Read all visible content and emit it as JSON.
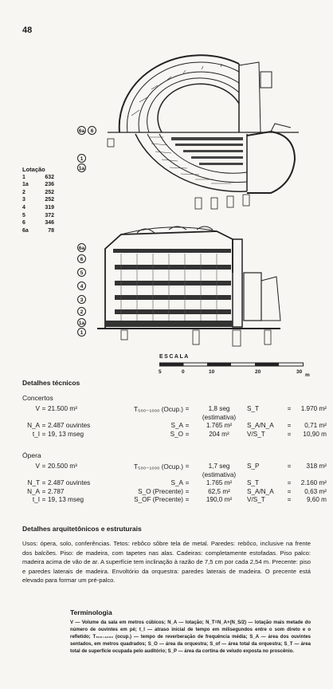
{
  "page_number": "48",
  "lotacao": {
    "title": "Lotação",
    "rows": [
      {
        "level": "1",
        "seats": "632"
      },
      {
        "level": "1a",
        "seats": "236"
      },
      {
        "level": "2",
        "seats": "252"
      },
      {
        "level": "3",
        "seats": "252"
      },
      {
        "level": "4",
        "seats": "319"
      },
      {
        "level": "5",
        "seats": "372"
      },
      {
        "level": "6",
        "seats": "346"
      },
      {
        "level": "6a",
        "seats": "78"
      }
    ]
  },
  "plan_markers": [
    "6a",
    "6",
    "1",
    "1a"
  ],
  "section_markers": [
    "6a",
    "6",
    "5",
    "4",
    "3",
    "2",
    "1a",
    "1"
  ],
  "scale": {
    "title": "ESCALA",
    "ticks": [
      "5",
      "0",
      "10",
      "20",
      "30"
    ],
    "unit": "m"
  },
  "tech": {
    "title": "Detalhes técnicos",
    "concertos": {
      "title": "Concertos",
      "rows": [
        [
          "V",
          "=",
          "21.500 m³",
          "T₅₀₀₋₁₀₀₀ (Ocup.)",
          "=",
          "1,8 seg",
          "S_T",
          "=",
          "1.970 m²"
        ],
        [
          "",
          "",
          "",
          "",
          "",
          "(estimativa)",
          "",
          "",
          ""
        ],
        [
          "N_A",
          "=",
          "2.487 ouvintes",
          "S_A",
          "=",
          "1.765 m²",
          "S_A/N_A",
          "=",
          "0,71 m²"
        ],
        [
          "t_I",
          "=",
          "19, 13 mseg",
          "S_O",
          "=",
          "204 m²",
          "V/S_T",
          "=",
          "10,90 m"
        ]
      ]
    },
    "opera": {
      "title": "Ópera",
      "rows": [
        [
          "V",
          "=",
          "20.500 m³",
          "T₅₀₀₋₁₀₀₀ (Ocup.)",
          "=",
          "1,7 seg",
          "S_P",
          "=",
          "318 m²"
        ],
        [
          "",
          "",
          "",
          "",
          "",
          "(estimativa)",
          "",
          "",
          ""
        ],
        [
          "N_T",
          "=",
          "2.487 ouvintes",
          "S_A",
          "=",
          "1.765 m²",
          "S_T",
          "=",
          "2.160 m²"
        ],
        [
          "N_A",
          "=",
          "2.787",
          "S_O (Precente)",
          "=",
          "62,5 m²",
          "S_A/N_A",
          "=",
          "0,63 m²"
        ],
        [
          "t_I",
          "=",
          "19, 13 mseg",
          "S_OF (Precente)",
          "=",
          "190,0 m²",
          "V/S_T",
          "=",
          "9,60 m"
        ]
      ]
    }
  },
  "arch": {
    "title": "Detalhes arquitetônicos e estruturais",
    "text": "Usos: ópera, solo, conferências. Tetos: rebôco sôbre tela de metal. Paredes: rebôco, inclusive na frente dos balcões. Piso: de madeira, com tapetes nas alas. Cadeiras: completamente estofadas. Piso palco: madeira acima de vão de ar. A superfície tem inclinação à razão de 7,5 cm por cada 2,54 m. Precente: piso e paredes laterais de madeira. Envoltório da orquestra: paredes laterais de madeira. O precente está elevado para formar um pré-palco."
  },
  "terminology": {
    "title": "Terminologia",
    "text": "V — Volume da sala em metros cúbicos; N_A — lotação; N_T=N_A+(N_S/2) — lotação mais metade do número de ouvintes em pé; t_I — atraso inicial de tempo em milisegundos entre o som direto e o refletido; T₅₀₀₋₁₀₀₀ (ocup.) — tempo de reverberação de frequência média; S_A — área dos ouvintes sentados, em metros quadrados; S_O — área da orquestra; S_of — área total da orquestra; S_T — área total de superfície ocupada pelo auditório; S_P — área da cortina de veludo exposta no proscênio."
  }
}
